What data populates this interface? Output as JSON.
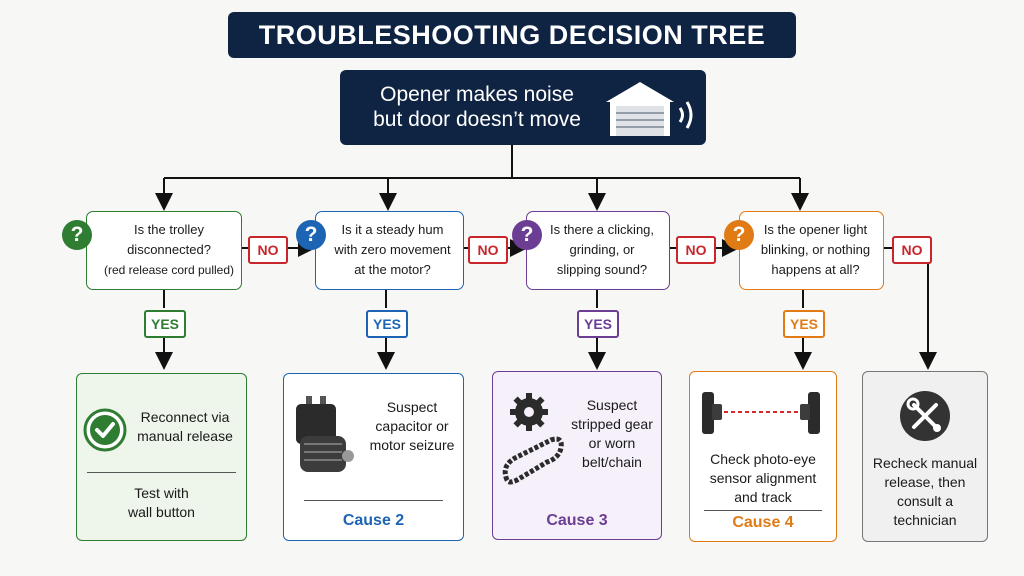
{
  "title": "TROUBLESHOOTING DECISION TREE",
  "root": {
    "line1": "Opener makes noise",
    "line2": "but door doesn’t move",
    "icon": "garage-door-sound-icon"
  },
  "labels": {
    "no": "NO",
    "yes": "YES"
  },
  "questions": [
    {
      "lines": [
        "Is the trolley",
        "disconnected?",
        "(red release cord pulled)"
      ],
      "color": "#2e7d32",
      "icon": "question-icon"
    },
    {
      "lines": [
        "Is it a steady hum",
        "with zero movement",
        "at the motor?"
      ],
      "color": "#1e64b4",
      "icon": "question-icon"
    },
    {
      "lines": [
        "Is there a clicking,",
        "grinding, or",
        "slipping sound?"
      ],
      "color": "#6b3d93",
      "icon": "question-icon"
    },
    {
      "lines": [
        "Is the opener light",
        "blinking, or nothing",
        "happens at all?"
      ],
      "color": "#e07b16",
      "icon": "question-icon"
    }
  ],
  "outcomes": [
    {
      "lines": [
        "Reconnect via",
        "manual release"
      ],
      "sub": [
        "Test with",
        "wall button"
      ],
      "icon": "checkmark-icon",
      "color": "#2e7d32"
    },
    {
      "lines": [
        "Suspect",
        "capacitor or",
        "motor seizure"
      ],
      "cause": "Cause 2",
      "icon": "motor-icon",
      "color": "#1e64b4"
    },
    {
      "lines": [
        "Suspect",
        "stripped gear",
        "or worn",
        "belt/chain"
      ],
      "cause": "Cause 3",
      "icon": "gear-chain-icon",
      "color": "#6b3d93"
    },
    {
      "lines": [
        "Check photo-eye",
        "sensor alignment",
        "and track"
      ],
      "cause": "Cause 4",
      "icon": "photo-eye-sensor-icon",
      "color": "#e07b16"
    },
    {
      "lines": [
        "Recheck manual",
        "release, then",
        "consult a",
        "technician"
      ],
      "icon": "tools-icon",
      "color": "#666666"
    }
  ]
}
